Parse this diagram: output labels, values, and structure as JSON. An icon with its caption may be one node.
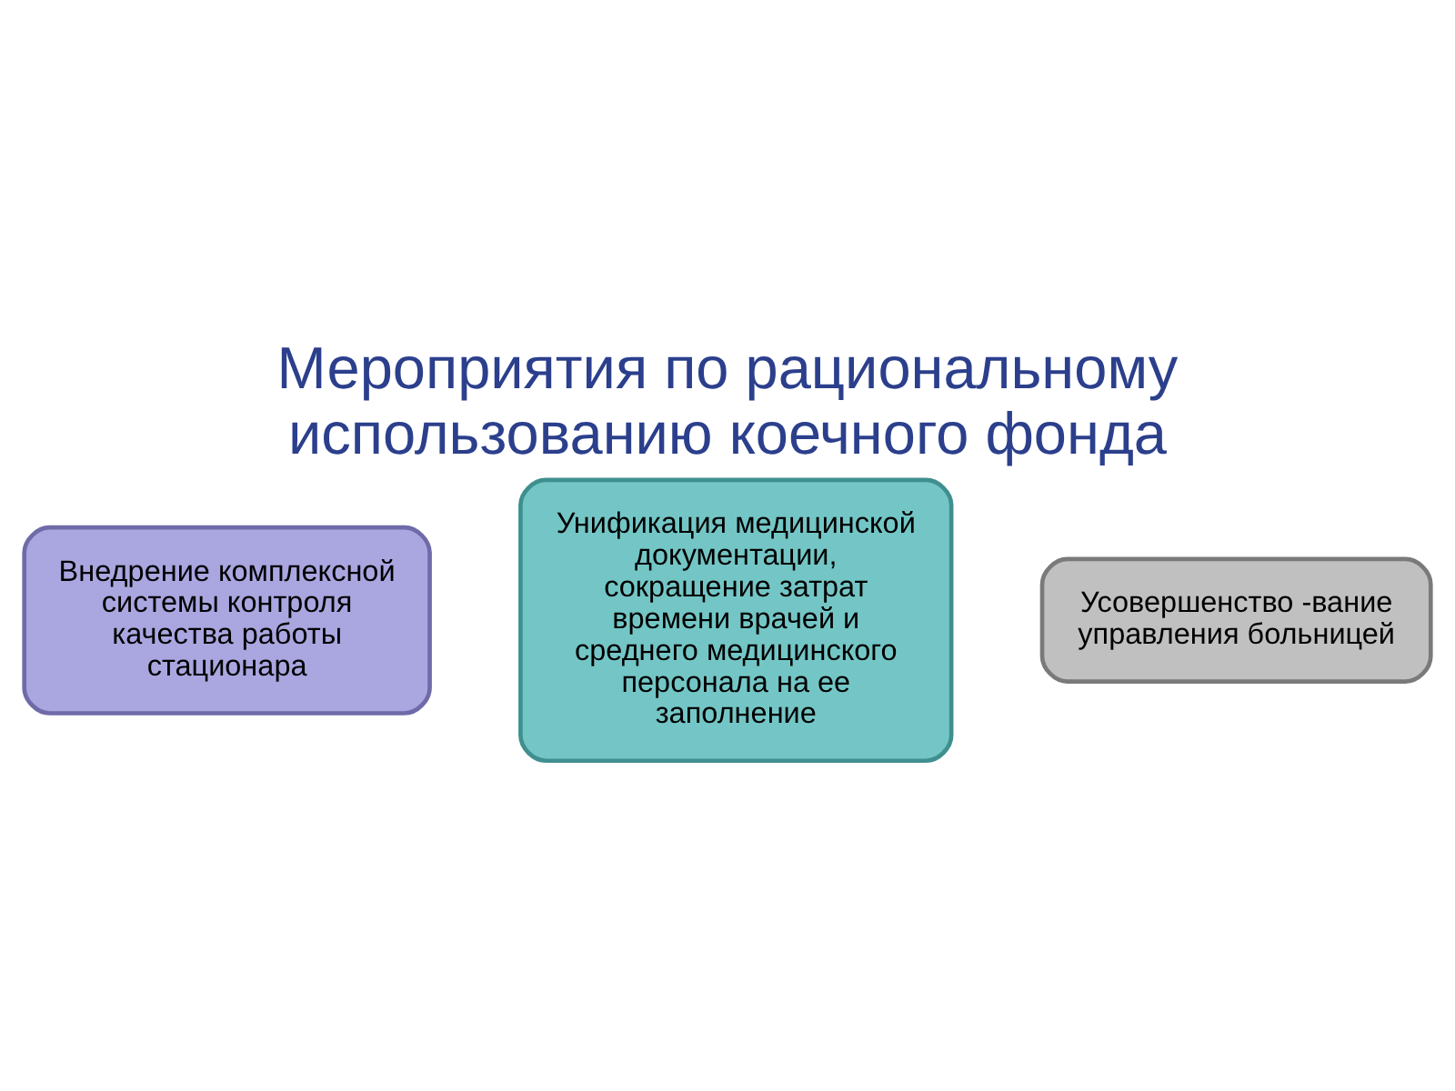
{
  "diagram": {
    "title": "Мероприятия по рациональному использованию коечного фонда",
    "nodes": [
      {
        "text": [
          "Внедрение комплексной системы контроля качества работы стационара"
        ]
      },
      {
        "text": [
          "Унификация медицинской документации, сокращение затрат времени врачей и среднего медицинского персонала на ее заполнение"
        ]
      },
      {
        "text": [
          "Усовершенство -вание управления больницей"
        ]
      }
    ]
  }
}
